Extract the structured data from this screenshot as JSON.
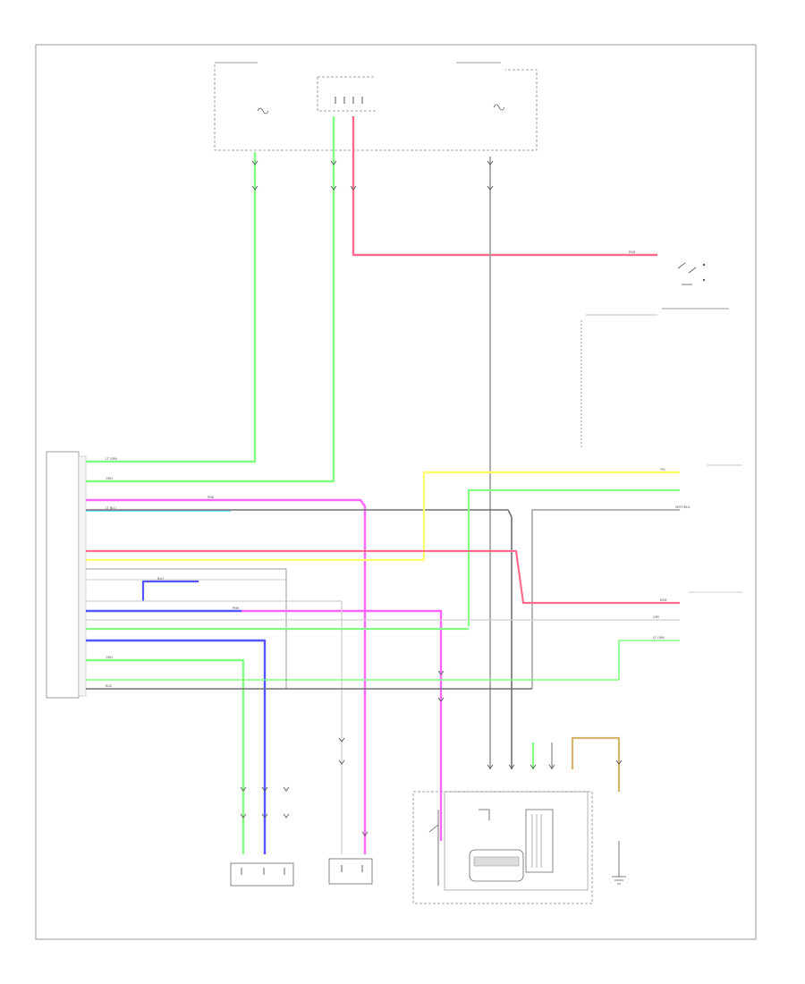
{
  "diagram": {
    "page_number": "",
    "fuse_box_left": {
      "header": "",
      "sub": "",
      "fuse": ""
    },
    "fuse_box_right": {
      "header": "",
      "sub": "",
      "fuse": ""
    },
    "junction_block_label": "",
    "ecu": {
      "label": "",
      "pins": [
        "",
        "",
        "",
        "",
        "",
        "",
        "",
        "",
        "",
        "",
        "",
        "",
        "",
        "",
        "",
        "",
        "",
        "",
        "",
        "",
        "",
        "",
        "",
        "",
        "",
        "",
        "",
        "",
        "",
        "",
        "",
        "",
        "",
        "",
        ""
      ]
    },
    "wire_tags": {
      "lt_grn_1": "LT GRN",
      "grn_1": "GRN",
      "pnk_1": "PNK",
      "lt_blu_1": "LT BLU",
      "wht_blk": "WHT/BLK",
      "yel_1": "YEL",
      "red_1": "RED",
      "red_2": "RED",
      "blu_1": "BLU",
      "pnk_2": "PNK",
      "grn_2": "GRN",
      "lt_grn_2": "LT GRN",
      "gry_1": "GRY",
      "blk_1": "BLK"
    },
    "right_labels": {
      "ign_switch": "",
      "ground_loc": "",
      "cluster_note": "",
      "center_note": "",
      "door_lock_label": "",
      "door_lock_sub": "",
      "door_lock_sw": "",
      "door_lock_sw2": ""
    },
    "bottom_labels": {
      "rear_switch": "",
      "rear_switch_sub": "",
      "door_lock_motor": "",
      "cluster_assembly": "",
      "ground_point": "",
      "connector_note": ""
    }
  }
}
